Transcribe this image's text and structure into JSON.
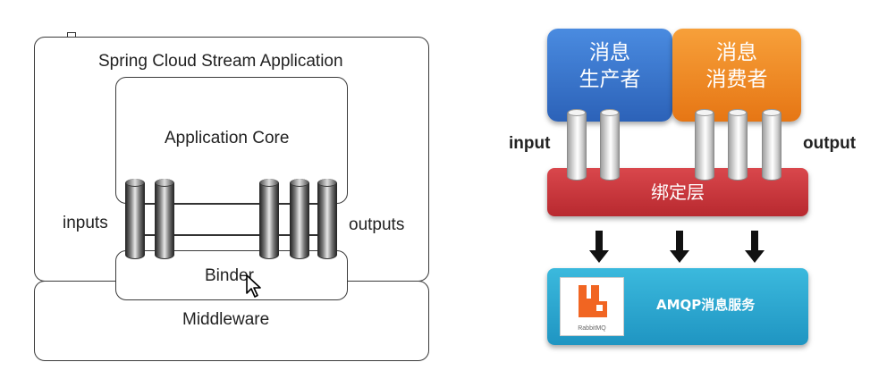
{
  "left_diagram": {
    "title": "Spring Cloud Stream Application",
    "core": "Application Core",
    "binder": "Binder",
    "middleware": "Middleware",
    "inputs_label": "inputs",
    "outputs_label": "outputs"
  },
  "right_diagram": {
    "producer": "消息\n生产者",
    "consumer": "消息\n消费者",
    "input_label": "input",
    "output_label": "output",
    "binding_layer": "绑定层",
    "amqp_service": "AMQP消息服务",
    "logo_text": "RabbitMQ",
    "colors": {
      "producer": "#2f6fc4",
      "consumer": "#f0821e",
      "binding_layer": "#c8343a",
      "amqp": "#2aa8cf",
      "logo": "#f16522"
    }
  }
}
